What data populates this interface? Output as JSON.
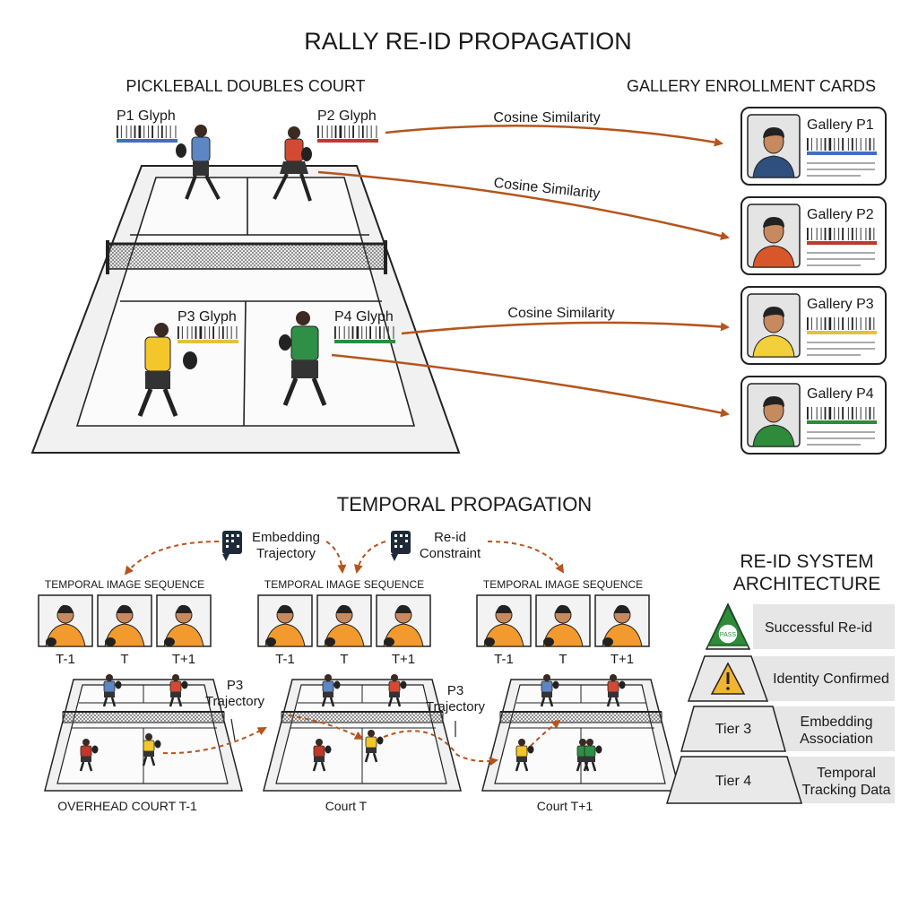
{
  "title": "RALLY RE-ID PROPAGATION",
  "court_section": {
    "heading": "PICKLEBALL DOUBLES COURT",
    "glyphs": [
      {
        "label": "P1 Glyph",
        "color": "#3f6fc1"
      },
      {
        "label": "P2 Glyph",
        "color": "#c0392b"
      },
      {
        "label": "P3 Glyph",
        "color": "#e3c23a"
      },
      {
        "label": "P4 Glyph",
        "color": "#2e8b3a"
      }
    ],
    "similarity_label": "Cosine Similarity"
  },
  "gallery": {
    "heading": "GALLERY ENROLLMENT CARDS",
    "cards": [
      {
        "label": "Gallery P1",
        "color": "#3f6fc1",
        "shirt": "#2f4f7f"
      },
      {
        "label": "Gallery P2",
        "color": "#c0392b",
        "shirt": "#d8572a"
      },
      {
        "label": "Gallery P3",
        "color": "#e3c23a",
        "shirt": "#f2d03b"
      },
      {
        "label": "Gallery P4",
        "color": "#2e8b3a",
        "shirt": "#2e8b3a"
      }
    ]
  },
  "temporal": {
    "heading": "TEMPORAL PROPAGATION",
    "embedding_trajectory": "Embedding\nTrajectory",
    "reid_constraint": "Re-id\nConstraint",
    "sequence_label": "TEMPORAL IMAGE SEQUENCE",
    "frame_labels": [
      "T-1",
      "T",
      "T+1"
    ],
    "trajectory_label": "P3\nTrajectory",
    "court_labels": [
      "OVERHEAD COURT T-1",
      "Court T",
      "Court T+1"
    ]
  },
  "architecture": {
    "heading": "RE-ID SYSTEM\nARCHITECTURE",
    "pass_badge": "PASS",
    "tiers": [
      {
        "left": "",
        "right": "Successful Re-id"
      },
      {
        "left": "",
        "right": "Identity Confirmed"
      },
      {
        "left": "Tier 3",
        "right": "Embedding\nAssociation"
      },
      {
        "left": "Tier 4",
        "right": "Temporal\nTracking Data"
      }
    ]
  },
  "colors": {
    "arrow": "#b5541c",
    "court_fill": "#f1f1f1",
    "line": "#222222"
  }
}
